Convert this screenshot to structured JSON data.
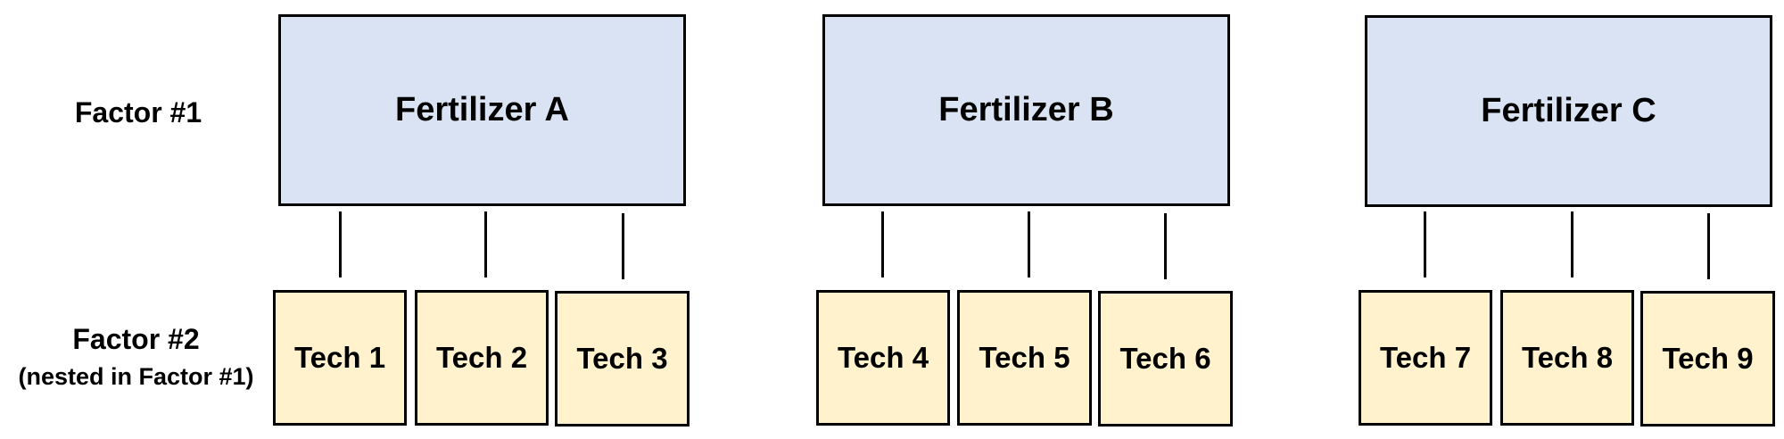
{
  "factor1_label": "Factor #1",
  "factor2_label": "Factor #2",
  "factor2_sublabel": "(nested in Factor #1)",
  "fertilizers": [
    {
      "label": "Fertilizer A",
      "techs": [
        "Tech 1",
        "Tech 2",
        "Tech 3"
      ]
    },
    {
      "label": "Fertilizer B",
      "techs": [
        "Tech 4",
        "Tech 5",
        "Tech 6"
      ]
    },
    {
      "label": "Fertilizer C",
      "techs": [
        "Tech 7",
        "Tech 8",
        "Tech 9"
      ]
    }
  ],
  "colors": {
    "fertilizer_fill": "#dae3f3",
    "tech_fill": "#fff2cc",
    "border": "#000000"
  }
}
